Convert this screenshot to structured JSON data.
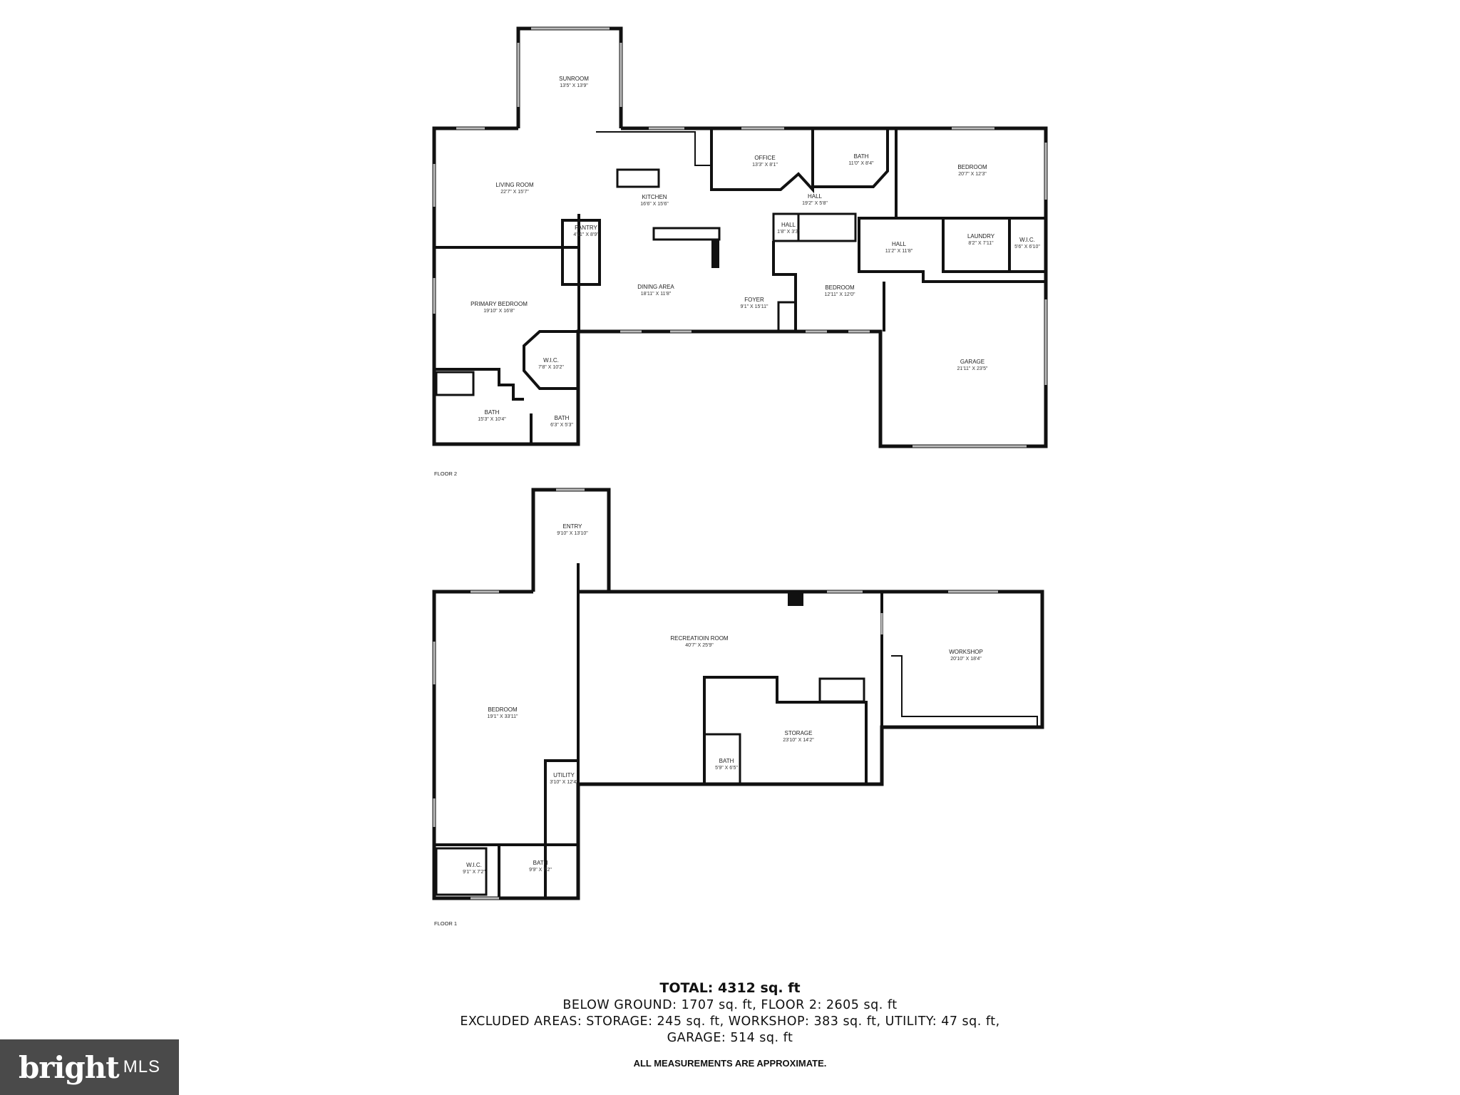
{
  "floor2": {
    "label": "FLOOR 2",
    "rooms": {
      "sunroom": {
        "name": "SUNROOM",
        "dim": "13'5\" X 13'9\""
      },
      "living": {
        "name": "LIVING ROOM",
        "dim": "22'7\" X 15'7\""
      },
      "kitchen": {
        "name": "KITCHEN",
        "dim": "16'6\" X 15'6\""
      },
      "office": {
        "name": "OFFICE",
        "dim": "13'3\" X 8'1\""
      },
      "bath_up": {
        "name": "BATH",
        "dim": "11'0\" X 8'4\""
      },
      "bedroom_ne": {
        "name": "BEDROOM",
        "dim": "20'7\" X 12'3\""
      },
      "hall_main": {
        "name": "HALL",
        "dim": "19'2\" X 5'8\""
      },
      "pantry": {
        "name": "PANTRY",
        "dim": "4'11\" X 8'9\""
      },
      "hall_small": {
        "name": "HALL",
        "dim": "1'8\" X 3'3\""
      },
      "laundry": {
        "name": "LAUNDRY",
        "dim": "8'2\" X 7'11\""
      },
      "wic_ne": {
        "name": "W.I.C.",
        "dim": "5'6\" X 6'10\""
      },
      "hall_e": {
        "name": "HALL",
        "dim": "11'2\" X 11'8\""
      },
      "primary": {
        "name": "PRIMARY BEDROOM",
        "dim": "19'10\" X 16'8\""
      },
      "dining": {
        "name": "DINING AREA",
        "dim": "18'11\" X 11'8\""
      },
      "foyer": {
        "name": "FOYER",
        "dim": "9'1\" X 15'11\""
      },
      "bedroom_mid": {
        "name": "BEDROOM",
        "dim": "12'11\" X 12'0\""
      },
      "wic_primary": {
        "name": "W.I.C.",
        "dim": "7'8\" X 10'2\""
      },
      "garage": {
        "name": "GARAGE",
        "dim": "21'11\" X 23'5\""
      },
      "bath_primary": {
        "name": "BATH",
        "dim": "15'3\" X 10'4\""
      },
      "bath_small": {
        "name": "BATH",
        "dim": "6'3\" X 5'3\""
      }
    }
  },
  "floor1": {
    "label": "FLOOR 1",
    "rooms": {
      "entry": {
        "name": "ENTRY",
        "dim": "9'10\" X 13'10\""
      },
      "recreation": {
        "name": "RECREATIOIN ROOM",
        "dim": "40'7\" X 25'9\""
      },
      "workshop": {
        "name": "WORKSHOP",
        "dim": "20'10\" X 18'4\""
      },
      "bedroom": {
        "name": "BEDROOM",
        "dim": "19'1\" X 33'11\""
      },
      "storage": {
        "name": "STORAGE",
        "dim": "23'10\" X 14'2\""
      },
      "bath_mid": {
        "name": "BATH",
        "dim": "5'9\" X 6'5\""
      },
      "utility": {
        "name": "UTILITY",
        "dim": "3'10\" X 12'4\""
      },
      "wic": {
        "name": "W.I.C.",
        "dim": "9'1\" X 7'2\""
      },
      "bath": {
        "name": "BATH",
        "dim": "9'9\" X 7'2\""
      }
    }
  },
  "summary": {
    "total": "TOTAL: 4312 sq. ft",
    "line1": "BELOW GROUND: 1707 sq. ft, FLOOR 2: 2605 sq. ft",
    "line2": "EXCLUDED AREAS: STORAGE: 245 sq. ft, WORKSHOP: 383 sq. ft, UTILITY: 47 sq. ft,",
    "line3": "GARAGE: 514 sq. ft",
    "disclaimer": "ALL MEASUREMENTS ARE APPROXIMATE."
  },
  "logo": {
    "word": "bright",
    "mls": "MLS",
    "background": "#4a4a4a",
    "accent": "#ff5a3c"
  },
  "colors": {
    "wall": "#111111",
    "window": "#cccccc",
    "background": "#ffffff"
  }
}
